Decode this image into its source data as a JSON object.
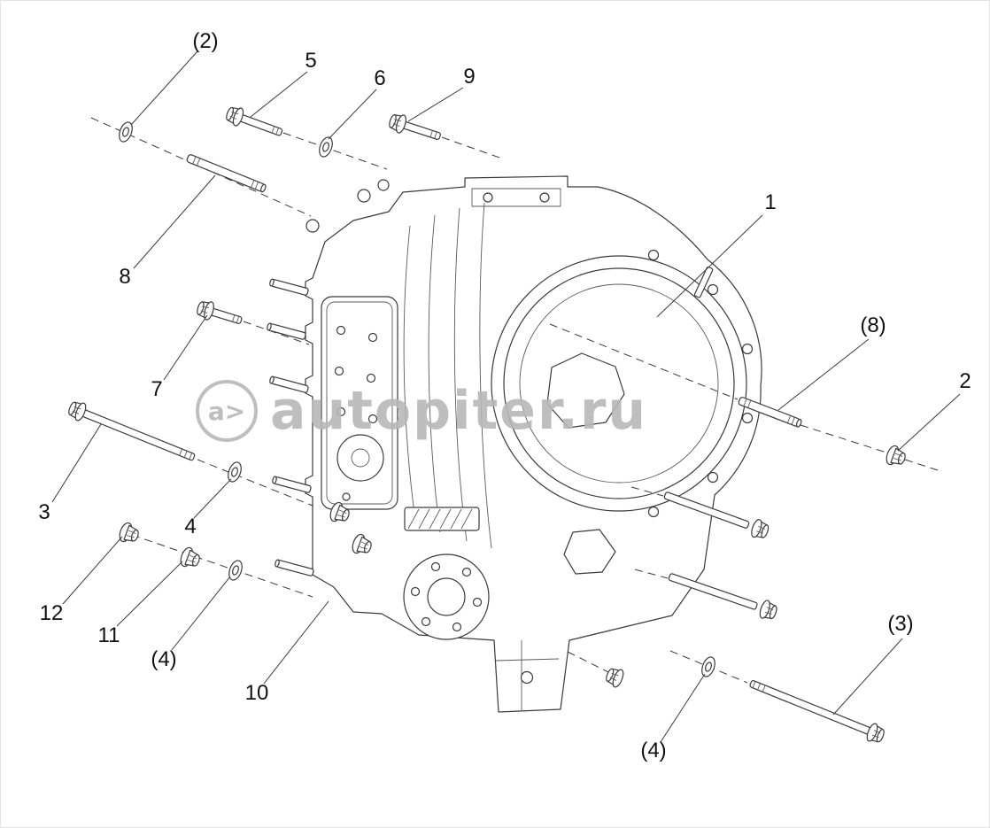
{
  "watermark": {
    "circle_text": "a>",
    "text": "autopiter.ru"
  },
  "colors": {
    "line": "#3a3a3a",
    "label_text": "#111111",
    "watermark": "#b7b7b7",
    "background": "#ffffff"
  },
  "callouts": [
    {
      "text": "(2)",
      "part": "washer"
    },
    {
      "text": "5",
      "part": "flange-bolt"
    },
    {
      "text": "6",
      "part": "washer"
    },
    {
      "text": "9",
      "part": "flange-bolt"
    },
    {
      "text": "1",
      "part": "gearbox-housing"
    },
    {
      "text": "(8)",
      "part": "stud"
    },
    {
      "text": "2",
      "part": "flange-nut"
    },
    {
      "text": "8",
      "part": "stud"
    },
    {
      "text": "7",
      "part": "flange-bolt"
    },
    {
      "text": "3",
      "part": "long-bolt"
    },
    {
      "text": "4",
      "part": "washer"
    },
    {
      "text": "12",
      "part": "flange-nut"
    },
    {
      "text": "11",
      "part": "flange-nut"
    },
    {
      "text": "(4)",
      "part": "washer"
    },
    {
      "text": "10",
      "part": "stud"
    },
    {
      "text": "(3)",
      "part": "long-bolt"
    },
    {
      "text": "(4)",
      "part": "washer"
    }
  ]
}
